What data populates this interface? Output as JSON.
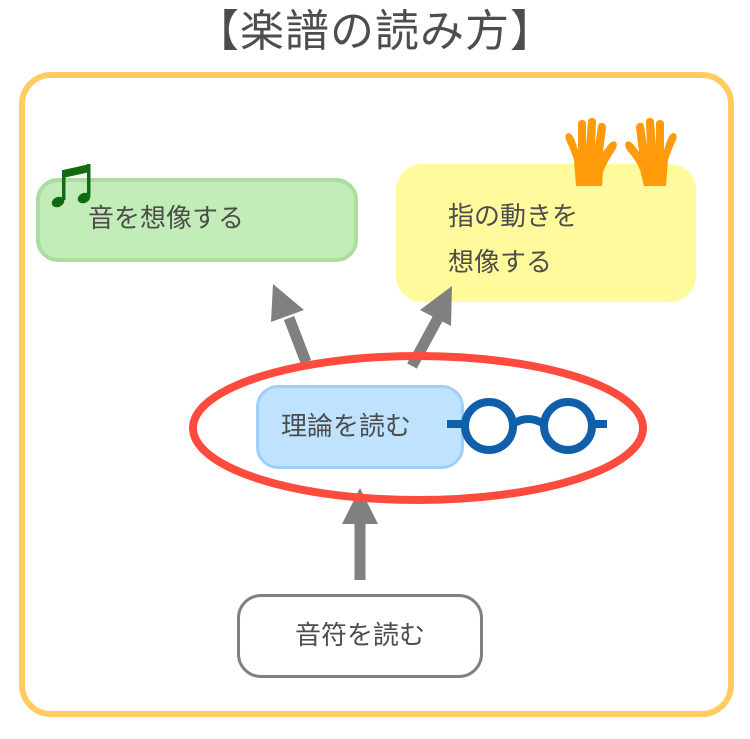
{
  "title": "【楽譜の読み方】",
  "nodes": {
    "imagine_sound": {
      "label": "音を想像する",
      "icon": "music-note-icon"
    },
    "imagine_fingers": {
      "line1": "指の動きを",
      "line2": "想像する",
      "icon": "raised-hands-icon"
    },
    "read_theory": {
      "label": "理論を読む",
      "icon": "glasses-icon"
    },
    "read_notes": {
      "label": "音符を読む"
    }
  },
  "colors": {
    "frame": "#ffcb63",
    "green": "#c2edb8",
    "yellow": "#fffb9c",
    "blue": "#bfe3ff",
    "highlight": "#ff4a3e",
    "arrow": "#808080",
    "glasses": "#0f5fab",
    "hands": "#ff9a0a",
    "note": "#126b12"
  }
}
